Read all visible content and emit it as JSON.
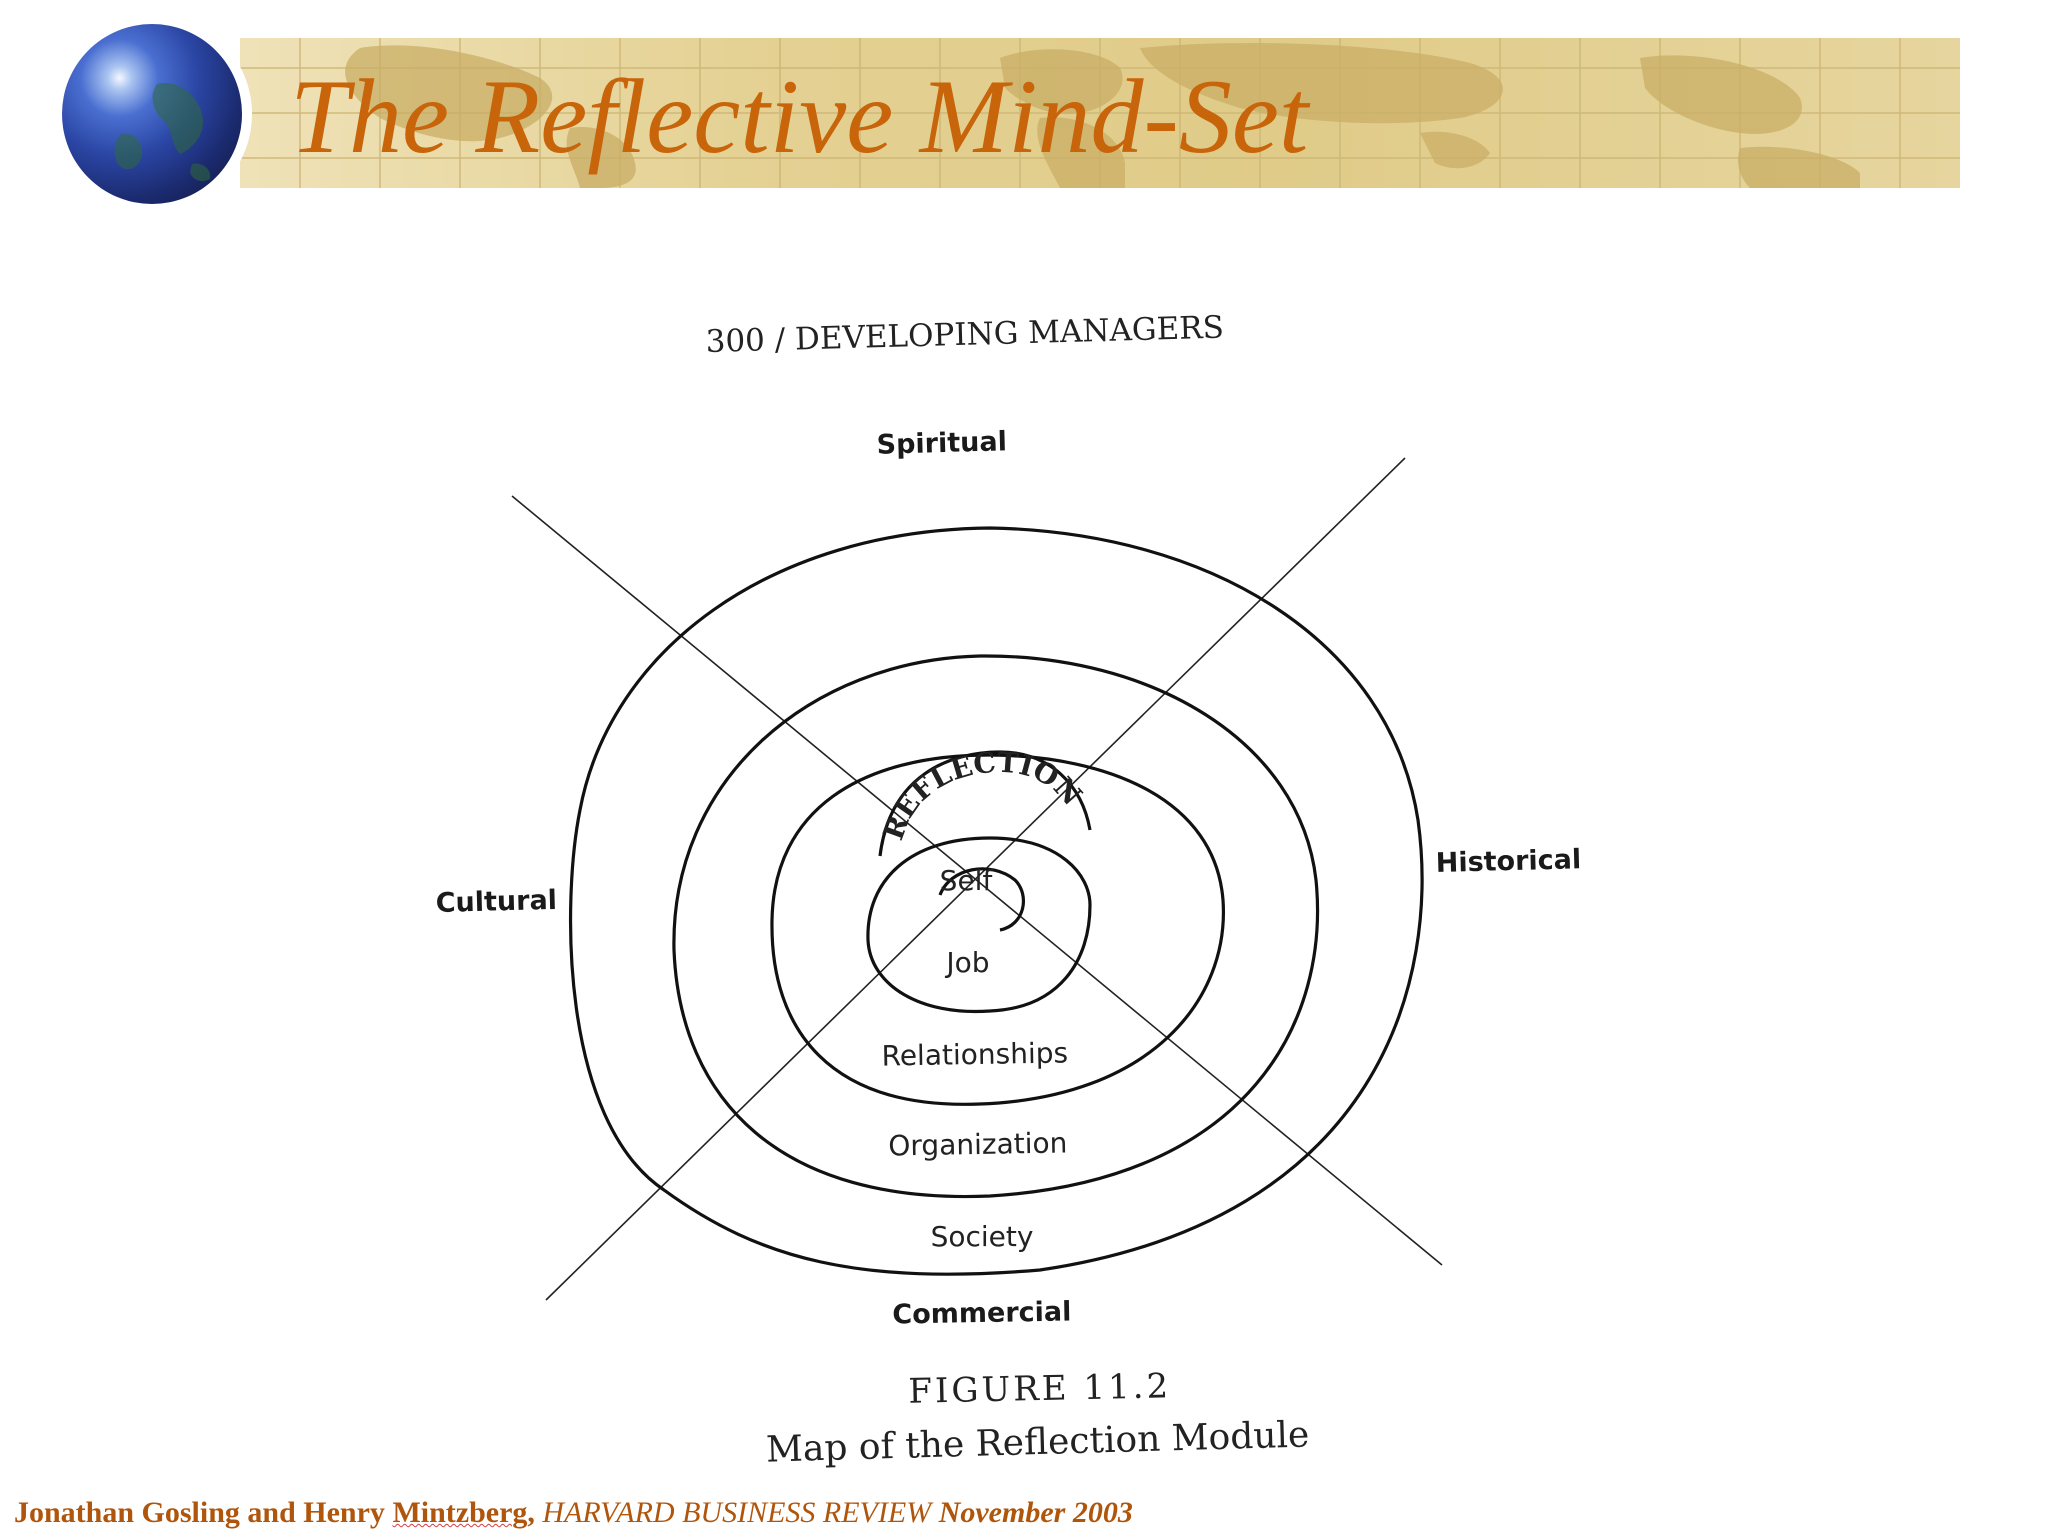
{
  "slide": {
    "title": "The Reflective Mind-Set"
  },
  "scan": {
    "page_header": "300 / DEVELOPING MANAGERS",
    "center_label": "REFLECTION",
    "rings": [
      "Self",
      "Job",
      "Relationships",
      "Organization",
      "Society"
    ],
    "dimensions": {
      "top": "Spiritual",
      "right": "Historical",
      "bottom": "Commercial",
      "left": "Cultural"
    },
    "figure_number": "FIGURE 11.2",
    "figure_caption": "Map of the Reflection Module"
  },
  "citation": {
    "authors": "Jonathan Gosling and Henry ",
    "surname": "Mintzberg",
    "separator": ", ",
    "journal": "HARVARD BUSINESS REVIEW ",
    "date": "November 2003"
  },
  "colors": {
    "title": "#c8640a",
    "banner": "#e0cb88",
    "citation": "#b0560c"
  }
}
